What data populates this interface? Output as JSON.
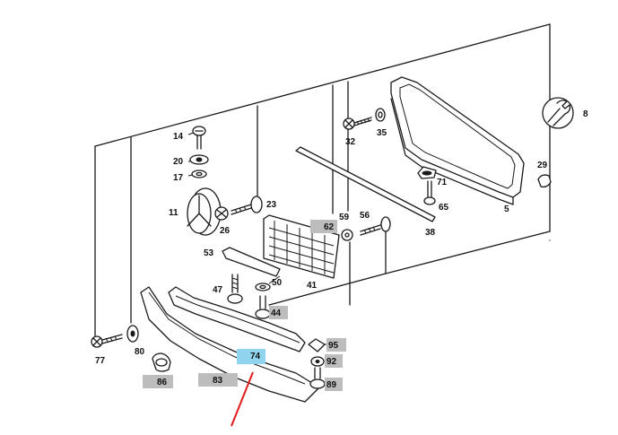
{
  "diagram": {
    "labels": {
      "l8": "8",
      "l14": "14",
      "l20": "20",
      "l17": "17",
      "l11": "11",
      "l26": "26",
      "l23": "23",
      "l32": "32",
      "l35": "35",
      "l71": "71",
      "l65": "65",
      "l29": "29",
      "l5": "5",
      "l62": "62",
      "l59": "59",
      "l56": "56",
      "l38": "38",
      "l53": "53",
      "l47": "47",
      "l50": "50",
      "l41": "41",
      "l44": "44",
      "l77": "77",
      "l80": "80",
      "l74": "74",
      "l95": "95",
      "l92": "92",
      "l89": "89",
      "l86": "86",
      "l83": "83"
    },
    "highlight_colors": {
      "grey": "#bdbdbd",
      "blue": "#8fd3ef",
      "arrow": "#e41a1a"
    },
    "icons": [
      "wrench-icon",
      "pointer-arrow"
    ]
  }
}
